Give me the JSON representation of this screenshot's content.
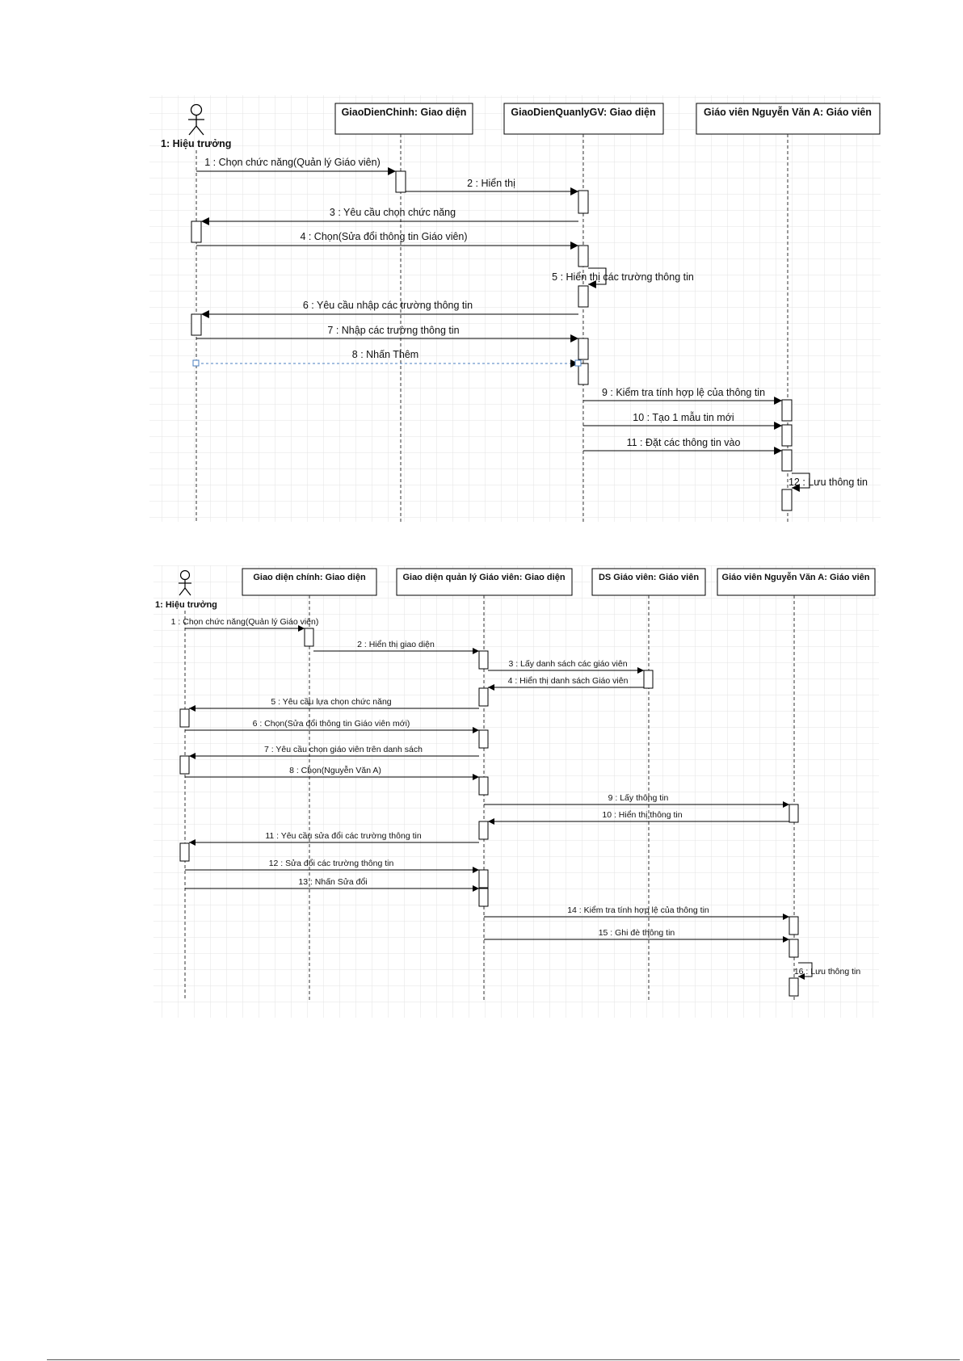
{
  "diagram1": {
    "actor": {
      "label": "1: Hiệu trưởng"
    },
    "objects": [
      {
        "label": "GiaoDienChinh: Giao diện"
      },
      {
        "label": "GiaoDienQuanlyGV: Giao diện"
      },
      {
        "label": "Giáo viên Nguyễn Văn A: Giáo viên"
      }
    ],
    "messages": [
      {
        "label": "1 : Chọn chức năng(Quản lý Giáo viên)"
      },
      {
        "label": "2 : Hiển thị"
      },
      {
        "label": "3 : Yêu cầu chọn chức năng"
      },
      {
        "label": "4 : Chọn(Sửa đổi thông tin Giáo viên)"
      },
      {
        "label": "5 : Hiển thị các trường thông tin"
      },
      {
        "label": "6 : Yêu cầu nhập các trường thông tin"
      },
      {
        "label": "7 : Nhập các trường thông tin"
      },
      {
        "label": "8 : Nhấn Thêm"
      },
      {
        "label": "9 : Kiểm tra tính hợp lệ của thông tin"
      },
      {
        "label": "10 : Tạo 1 mẫu tin mới"
      },
      {
        "label": "11 : Đặt các thông tin vào"
      },
      {
        "label": "12 : Lưu thông tin"
      }
    ]
  },
  "diagram2": {
    "actor": {
      "label": "1: Hiệu trưởng"
    },
    "objects": [
      {
        "label": "Giao diện chính: Giao diện"
      },
      {
        "label": "Giao diện quản lý Giáo viên: Giao diện"
      },
      {
        "label": "DS Giáo viên: Giáo viên"
      },
      {
        "label": "Giáo viên Nguyễn Văn A: Giáo viên"
      }
    ],
    "messages": [
      {
        "label": "1 : Chọn chức năng(Quản lý Giáo viên)"
      },
      {
        "label": "2 : Hiển thị giao diện"
      },
      {
        "label": "3 : Lấy danh sách các giáo viên"
      },
      {
        "label": "4 : Hiển thị danh sách Giáo viên"
      },
      {
        "label": "5 : Yêu cầu lựa chọn chức năng"
      },
      {
        "label": "6 : Chọn(Sửa đổi thông tin Giáo viên mới)"
      },
      {
        "label": "7 : Yêu cầu chọn giáo viên trên danh sách"
      },
      {
        "label": "8 : Chọn(Nguyễn Văn A)"
      },
      {
        "label": "9 : Lấy thông tin"
      },
      {
        "label": "10 : Hiển thị thông tin"
      },
      {
        "label": "11 : Yêu cầu sửa đổi các trường thông tin"
      },
      {
        "label": "12 : Sửa đổi các trường thông tin"
      },
      {
        "label": "13 : Nhấn Sửa đổi"
      },
      {
        "label": "14 : Kiểm tra tính hợp lệ của thông tin"
      },
      {
        "label": "15 : Ghi đè thông tin"
      },
      {
        "label": "16 : Lưu thông tin"
      }
    ]
  }
}
